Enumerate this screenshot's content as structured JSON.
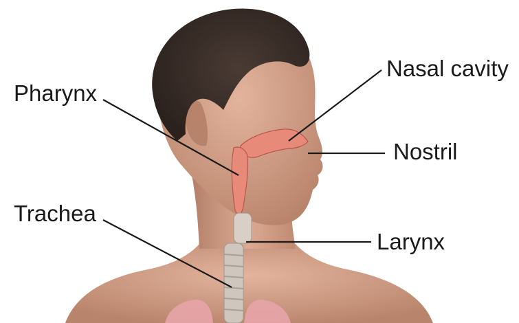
{
  "labels": {
    "pharynx": "Pharynx",
    "trachea": "Trachea",
    "nasal_cavity": "Nasal cavity",
    "nostril": "Nostril",
    "larynx": "Larynx"
  },
  "colors": {
    "background": "#ffffff",
    "skin": "#d8a78f",
    "skin_shadow": "#b27f68",
    "hair": "#3b2f2a",
    "airway": "#e88a7a",
    "trachea": "#cfc6be",
    "lung": "#e7a4a8",
    "leader_line": "#1a1a1a"
  }
}
